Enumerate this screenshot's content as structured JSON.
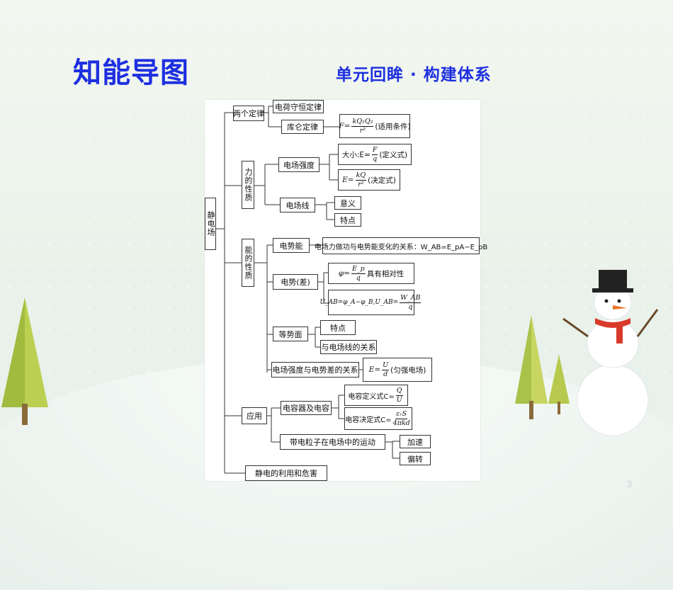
{
  "header": {
    "title": "知能导图",
    "subtitle": "单元回眸 · 构建体系"
  },
  "slide": {
    "page_number": "3"
  },
  "map": {
    "root": "静电场",
    "two_laws": {
      "label": "两个定律",
      "charge_law": "电荷守恒定律",
      "coulomb_law": "库仑定律",
      "coulomb_formula": {
        "lhs": "F=",
        "num": "kQ₁Q₂",
        "den": "r²",
        "note": "(适用条件)"
      }
    },
    "force_nature": {
      "label": "力的性质",
      "field_strength": "电场强度",
      "magnitude_formula": {
        "prefix": "大小:E=",
        "num": "F",
        "den": "q",
        "note": "(定义式)"
      },
      "determine_formula": {
        "lhs": "E=",
        "num": "kQ",
        "den": "r²",
        "note": "(决定式)"
      },
      "field_line": "电场线",
      "meaning": "意义",
      "feature": "特点"
    },
    "energy_nature": {
      "label": "能的性质",
      "potential_energy": "电势能",
      "work_relation": "电场力做功与电势能变化的关系：W_AB=E_pA−E_pB",
      "potential_diff": "电势(差)",
      "phi_formula": {
        "lhs": "φ=",
        "num": "E_p",
        "den": "q",
        "note": "具有相对性"
      },
      "uab_formula": {
        "text": "U_AB=φ_A−φ_B,U_AB=",
        "num": "W_AB",
        "den": "q"
      },
      "equipotential": "等势面",
      "equi_feature": "特点",
      "equi_relation": "与电场线的关系",
      "strength_potential": "电场强度与电势差的关系",
      "uniform_formula": {
        "lhs": "E=",
        "num": "U",
        "den": "d",
        "note": "(匀强电场)"
      }
    },
    "application": {
      "label": "应用",
      "capacitor": "电容器及电容",
      "cap_def": {
        "prefix": "电容定义式C=",
        "num": "Q",
        "den": "U"
      },
      "cap_det": {
        "prefix": "电容决定式C=",
        "num": "εᵣS",
        "den": "4πkd"
      },
      "particle_motion": "带电粒子在电场中的运动",
      "accelerate": "加速",
      "deflect": "偏转"
    },
    "use_and_harm": "静电的利用和危害"
  }
}
